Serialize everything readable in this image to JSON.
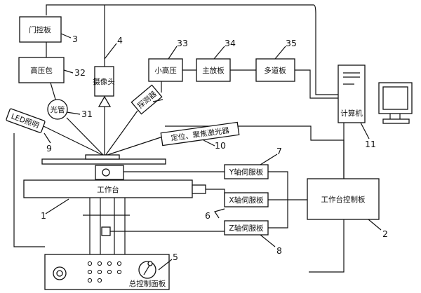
{
  "components": {
    "door_control": "门控板",
    "hv_pack": "高压包",
    "camera": "摄像头",
    "small_hv": "小高压",
    "main_amp": "主放板",
    "multichannel": "多道板",
    "computer": "计算机",
    "tube": "光管",
    "detector": "探测器",
    "led": "LED照明",
    "laser": "定位、聚焦激光器",
    "stage": "工作台",
    "y_servo": "Y轴伺服板",
    "x_servo": "X轴伺服板",
    "z_servo": "Z轴伺服板",
    "stage_ctrl": "工作台控制板",
    "panel": "总控制面板"
  },
  "callouts": {
    "n1": "1",
    "n2": "2",
    "n3": "3",
    "n4": "4",
    "n5": "5",
    "n6": "6",
    "n7": "7",
    "n8": "8",
    "n9": "9",
    "n10": "10",
    "n11": "11",
    "n31": "31",
    "n32": "32",
    "n33": "33",
    "n34": "34",
    "n35": "35"
  }
}
